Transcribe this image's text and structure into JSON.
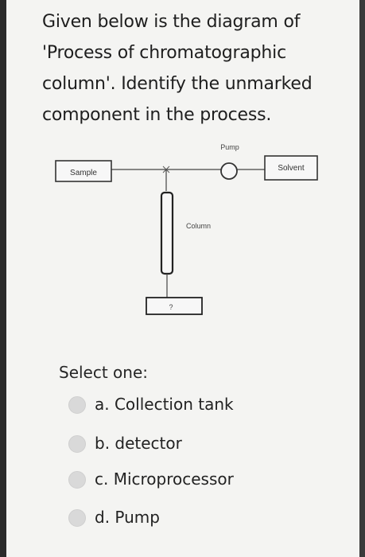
{
  "question": {
    "lines": [
      "Given below is the diagram of",
      "'Process of chromatographic",
      "column'. Identify the unmarked",
      "component in the process."
    ]
  },
  "diagram": {
    "sample": "Sample",
    "pump": "Pump",
    "solvent": "Solvent",
    "column": "Column",
    "unknown": "?"
  },
  "select_one": "Select one:",
  "options": [
    "a. Collection tank",
    "b. detector",
    "c. Microprocessor",
    "d. Pump"
  ]
}
